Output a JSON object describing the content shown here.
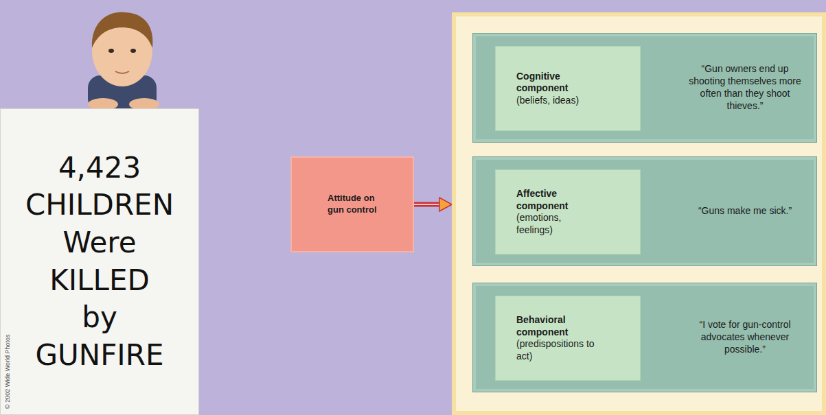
{
  "diagram": {
    "nodes": [
      {
        "text": [
          "4,423 CHILDREN Were KILLED by GUNFIRE"
        ]
      },
      {
        "text": [
          "Attitude on gun control"
        ]
      },
      {
        "text": []
      },
      {
        "text": [
          "“Gun owners end up shooting themselves more often than they shoot thieves.”"
        ],
        "in": 2
      },
      {
        "text": [
          "Cognitive component",
          "(beliefs, ideas)"
        ],
        "in": 3
      },
      {
        "text": [
          "“Guns make me sick.”"
        ],
        "in": 2
      },
      {
        "text": [
          "Affective component",
          "(emotions, feelings)"
        ],
        "in": 5
      },
      {
        "text": [
          "“I vote for gun-control advocates whenever possible.”"
        ],
        "in": 2
      },
      {
        "text": [
          "Behavioral component",
          "(predispositions to act)"
        ],
        "in": 7
      }
    ],
    "edges": [
      {
        "from": 1,
        "to": 2,
        "arrow": "to"
      }
    ],
    "labels": [
      "© 2002 Wide World Photos"
    ]
  }
}
